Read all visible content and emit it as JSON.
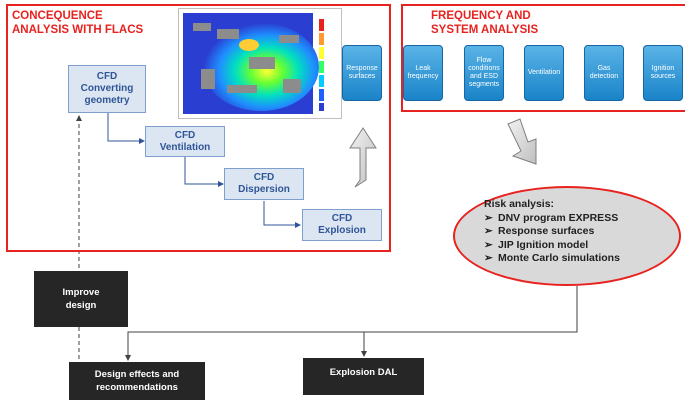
{
  "consequence": {
    "title_line1": "CONCEQUENCE",
    "title_line2": "ANALYSIS WITH FLACS"
  },
  "frequency": {
    "title_line1": "FREQUENCY AND",
    "title_line2": "SYSTEM ANALYSIS"
  },
  "cfd_steps": [
    {
      "line1": "CFD",
      "line2": "Converting",
      "line3": "geometry"
    },
    {
      "line1": "CFD",
      "line2": "Ventilation"
    },
    {
      "line1": "CFD",
      "line2": "Dispersion"
    },
    {
      "line1": "CFD",
      "line2": "Explosion"
    }
  ],
  "system_steps": [
    {
      "label": "Response surfaces"
    },
    {
      "label": "Leak frequency"
    },
    {
      "label": "Flow conditions and ESD segments"
    },
    {
      "label": "Ventilation"
    },
    {
      "label": "Gas detection"
    },
    {
      "label": "Ignition sources"
    }
  ],
  "risk": {
    "title": "Risk analysis:",
    "items": [
      "DNV program EXPRESS",
      "Response surfaces",
      "JIP Ignition model",
      "Monte Carlo simulations"
    ]
  },
  "improve": {
    "line1": "Improve",
    "line2": "design"
  },
  "design_effects": {
    "line1": "Design effects and",
    "line2": "recommendations"
  },
  "explosion_dal": {
    "label": "Explosion DAL"
  }
}
